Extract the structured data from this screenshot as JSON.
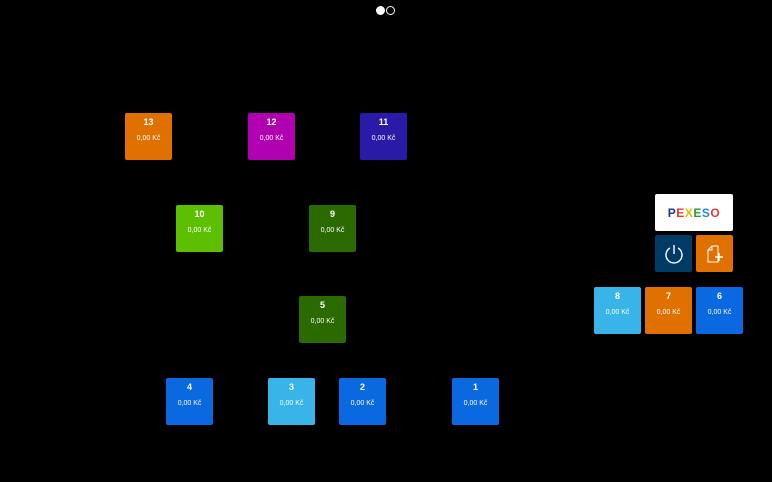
{
  "pager": {
    "pages": 2,
    "current": 1
  },
  "logo": {
    "text": "PEXESO",
    "letters": [
      "P",
      "E",
      "X",
      "E",
      "S",
      "O"
    ],
    "colors": [
      "#1b3a8c",
      "#e53935",
      "#f4b400",
      "#2e9e3a",
      "#1e88e5",
      "#e53935"
    ]
  },
  "buttons": {
    "power_icon": "power-icon",
    "new_icon": "new-document-icon"
  },
  "tables": [
    {
      "number": "13",
      "price": "0,00 Kč",
      "color": "#e07000"
    },
    {
      "number": "12",
      "price": "0,00 Kč",
      "color": "#b000b0"
    },
    {
      "number": "11",
      "price": "0,00 Kč",
      "color": "#2a1aa8"
    },
    {
      "number": "10",
      "price": "0,00 Kč",
      "color": "#5cbf00"
    },
    {
      "number": "9",
      "price": "0,00 Kč",
      "color": "#2a6a00"
    },
    {
      "number": "5",
      "price": "0,00 Kč",
      "color": "#2a6a00"
    },
    {
      "number": "4",
      "price": "0,00 Kč",
      "color": "#0a68e0"
    },
    {
      "number": "3",
      "price": "0,00 Kč",
      "color": "#38b4e8"
    },
    {
      "number": "2",
      "price": "0,00 Kč",
      "color": "#0a68e0"
    },
    {
      "number": "1",
      "price": "0,00 Kč",
      "color": "#0a68e0"
    },
    {
      "number": "8",
      "price": "0,00 Kč",
      "color": "#38b4e8"
    },
    {
      "number": "7",
      "price": "0,00 Kč",
      "color": "#e07000"
    },
    {
      "number": "6",
      "price": "0,00 Kč",
      "color": "#0a68e0"
    }
  ]
}
